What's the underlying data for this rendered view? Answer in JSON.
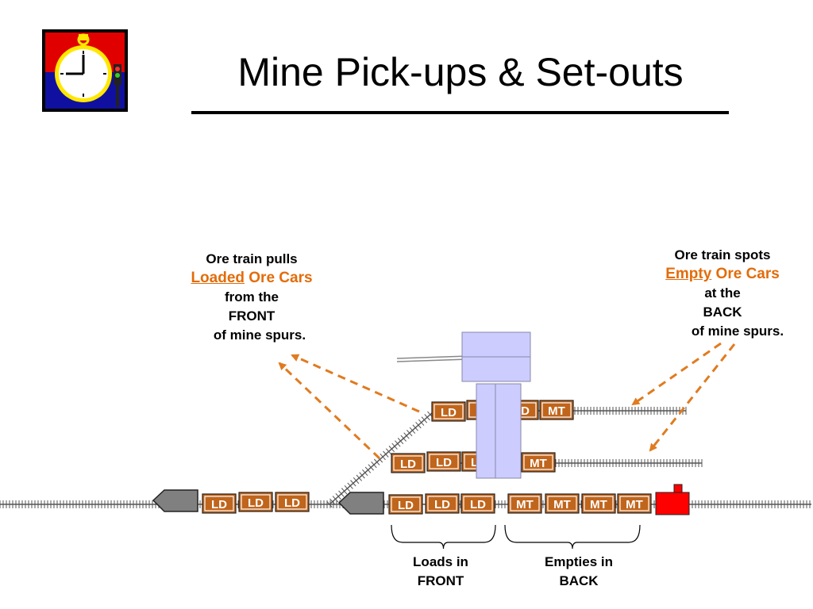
{
  "slide": {
    "title": "Mine Pick-ups & Set-outs"
  },
  "logo": {
    "icon": "stopwatch-signal-icon"
  },
  "left_note": {
    "line1": "Ore train pulls",
    "highlight_underlined": "Loaded",
    "highlight_rest": " Ore Cars",
    "line3": "from  the",
    "line4": "FRONT",
    "line5": "of mine spurs."
  },
  "right_note": {
    "line1": "Ore train spots",
    "highlight_underlined": "Empty",
    "highlight_rest": " Ore Cars",
    "line3": "at the",
    "line4": "BACK",
    "line5": "of mine spurs."
  },
  "tracks": {
    "spur_upper": {
      "cars": [
        "LD",
        "LD",
        "LD",
        "MT"
      ]
    },
    "spur_lower": {
      "cars": [
        "LD",
        "LD",
        "LD",
        "MT"
      ]
    },
    "main_left_train": {
      "cars": [
        "LD",
        "LD",
        "LD"
      ]
    },
    "main_right_train": {
      "cars": [
        "LD",
        "LD",
        "LD",
        "MT",
        "MT",
        "MT",
        "MT"
      ]
    }
  },
  "captions": {
    "loads": [
      "Loads in",
      "FRONT"
    ],
    "empties": [
      "Empties in",
      "BACK"
    ]
  },
  "colors": {
    "ore_car": "#c0651c",
    "highlight_text": "#e36c0a",
    "arrow": "#e07b1f",
    "locomotive": "#808080",
    "caboose": "#ff0000",
    "building": "#ccccff"
  }
}
